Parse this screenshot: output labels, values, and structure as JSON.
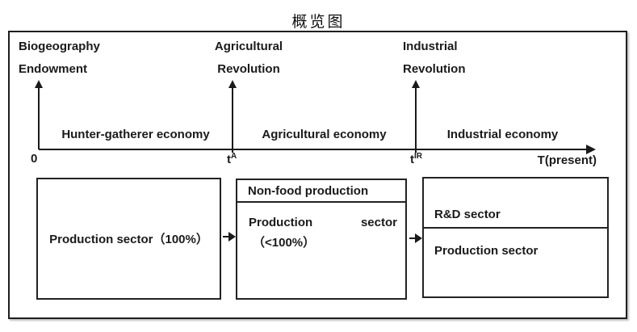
{
  "title": "概览图",
  "timeline": {
    "events": [
      {
        "line1": "Biogeography",
        "line2": "Endowment"
      },
      {
        "line1": "Agricultural",
        "line2": "Revolution"
      },
      {
        "line1": "Industrial",
        "line2": "Revolution"
      }
    ],
    "periods": [
      {
        "label": "Hunter-gatherer economy"
      },
      {
        "label": "Agricultural economy"
      },
      {
        "label": "Industrial economy"
      }
    ],
    "ticks": {
      "origin": "0",
      "ta_base": "t",
      "ta_sup": "A",
      "tir_base": "t",
      "tir_sup": "IR",
      "end": "T(present)"
    }
  },
  "stages": {
    "hunter_box": {
      "label": "Production sector（100%）"
    },
    "agri_box": {
      "header": "Non-food production",
      "main_left": "Production",
      "main_right": "sector",
      "sub": "（<100%）"
    },
    "industrial_box": {
      "top": "R&D sector",
      "bottom": "Production sector"
    }
  },
  "colors": {
    "ink": "#1a1a1a",
    "background": "#ffffff"
  }
}
